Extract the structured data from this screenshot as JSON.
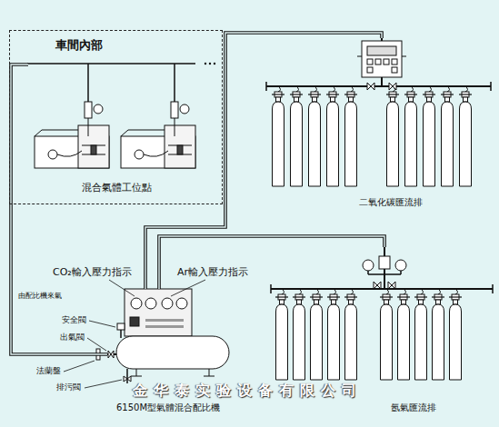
{
  "diagram": {
    "nodes": [
      {
        "text": [
          "車間內部"
        ]
      },
      {
        "text": [
          "混合氣體工位點"
        ],
        "in": 0
      },
      {
        "text": [
          "二氧化碳匯流排"
        ]
      },
      {
        "text": [
          "6150M型氣體混合配比機"
        ]
      },
      {
        "text": [
          "氬氣匯流排"
        ]
      }
    ],
    "edges": [
      {
        "from": 3,
        "to": 1,
        "arrow": "none"
      },
      {
        "from": 2,
        "to": 3,
        "arrow": "none"
      },
      {
        "from": 4,
        "to": 3,
        "arrow": "none"
      }
    ],
    "labels": [
      "CO₂輸入壓力指示",
      "Ar輸入壓力指示",
      "由配比機來氣",
      "安全閥",
      "出氣閥",
      "法蘭盤",
      "排污閥",
      "金华泰实验设备有限公司"
    ]
  }
}
